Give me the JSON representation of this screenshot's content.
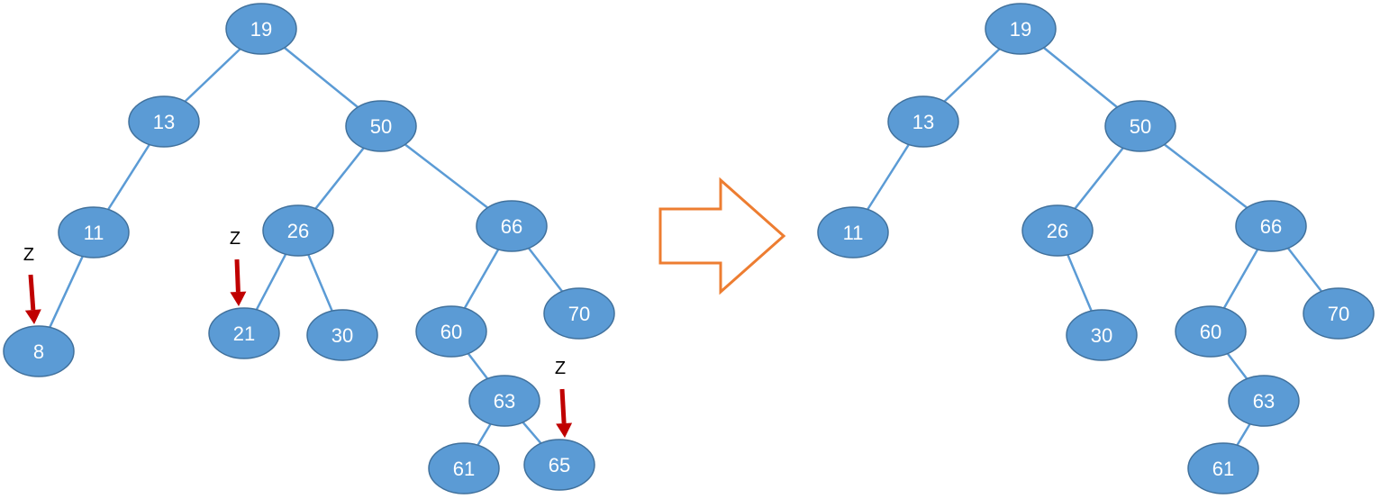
{
  "colors": {
    "node_fill": "#5B9BD5",
    "node_stroke": "#41719C",
    "edge": "#5B9BD5",
    "marker_arrow": "#C00000",
    "transform_arrow": "#ED7D31"
  },
  "before_tree": {
    "nodes": [
      {
        "id": "b19",
        "label": "19"
      },
      {
        "id": "b13",
        "label": "13"
      },
      {
        "id": "b50",
        "label": "50"
      },
      {
        "id": "b11",
        "label": "11"
      },
      {
        "id": "b8",
        "label": "8"
      },
      {
        "id": "b26",
        "label": "26"
      },
      {
        "id": "b66",
        "label": "66"
      },
      {
        "id": "b21",
        "label": "21"
      },
      {
        "id": "b30",
        "label": "30"
      },
      {
        "id": "b60",
        "label": "60"
      },
      {
        "id": "b70",
        "label": "70"
      },
      {
        "id": "b63",
        "label": "63"
      },
      {
        "id": "b61",
        "label": "61"
      },
      {
        "id": "b65",
        "label": "65"
      }
    ],
    "markers": [
      {
        "id": "z1",
        "label": "Z",
        "target": "8"
      },
      {
        "id": "z2",
        "label": "Z",
        "target": "21"
      },
      {
        "id": "z3",
        "label": "Z",
        "target": "65"
      }
    ]
  },
  "after_tree": {
    "nodes": [
      {
        "id": "a19",
        "label": "19"
      },
      {
        "id": "a13",
        "label": "13"
      },
      {
        "id": "a50",
        "label": "50"
      },
      {
        "id": "a11",
        "label": "11"
      },
      {
        "id": "a26",
        "label": "26"
      },
      {
        "id": "a66",
        "label": "66"
      },
      {
        "id": "a30",
        "label": "30"
      },
      {
        "id": "a60",
        "label": "60"
      },
      {
        "id": "a70",
        "label": "70"
      },
      {
        "id": "a63",
        "label": "63"
      },
      {
        "id": "a61",
        "label": "61"
      }
    ]
  }
}
